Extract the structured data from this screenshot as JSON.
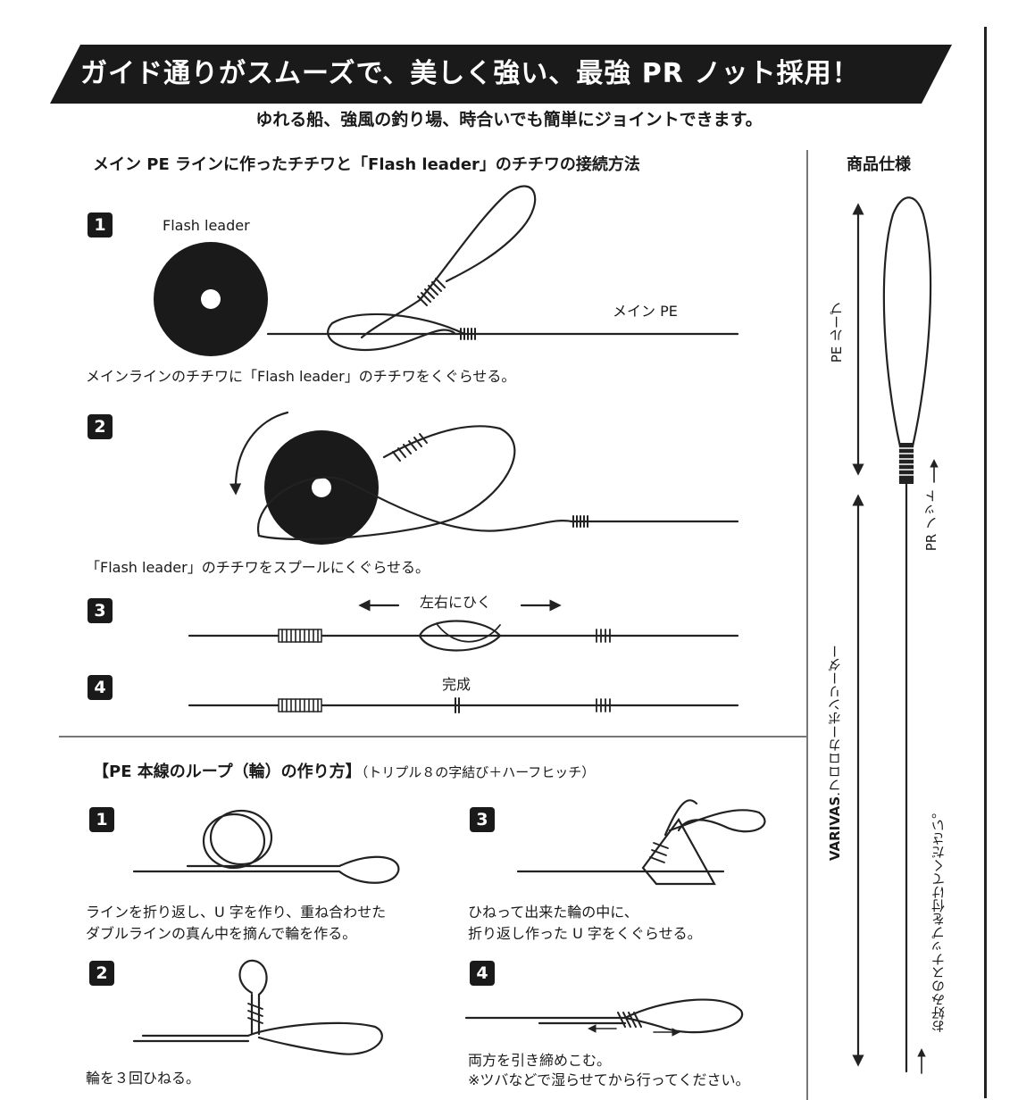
{
  "banner": {
    "title": "ガイド通りがスムーズで、美しく強い、最強 PR ノット採用！"
  },
  "subtitle": "ゆれる船、強風の釣り場、時合いでも簡単にジョイントできます。",
  "section1": {
    "heading": "メイン PE ラインに作ったチチワと「Flash leader」のチチワの接続方法",
    "steps": [
      {
        "num": "1",
        "label_spool": "Flash leader",
        "label_main": "メイン PE",
        "caption": "メインラインのチチワに「Flash leader」のチチワをくぐらせる。"
      },
      {
        "num": "2",
        "caption": "「Flash leader」のチチワをスプールにくぐらせる。"
      },
      {
        "num": "3",
        "label": "左右にひく"
      },
      {
        "num": "4",
        "label": "完成"
      }
    ]
  },
  "section2": {
    "heading": "【PE 本線のループ（輪）の作り方】",
    "heading_note": "（トリプル８の字結び＋ハーフヒッチ）",
    "steps": [
      {
        "num": "1",
        "caption_l1": "ラインを折り返し、U 字を作り、重ね合わせた",
        "caption_l2": "ダブルラインの真ん中を摘んで輪を作る。"
      },
      {
        "num": "2",
        "caption_l1": "輪を３回ひねる。"
      },
      {
        "num": "3",
        "caption_l1": "ひねって出来た輪の中に、",
        "caption_l2": "折り返し作った U 字をくぐらせる。"
      },
      {
        "num": "4",
        "caption_l1": "両方を引き締めこむ。",
        "caption_l2": "※ツバなどで湿らせてから行ってください。"
      }
    ]
  },
  "spec": {
    "heading": "商品仕様",
    "pe_loop": "PE ループ",
    "pr_knot": "PR ノット",
    "leader_brand": "VARIVAS",
    "leader_text": ".フロロカーボンリーダー",
    "snap_note": "お好みのスナップを付けてください。"
  }
}
